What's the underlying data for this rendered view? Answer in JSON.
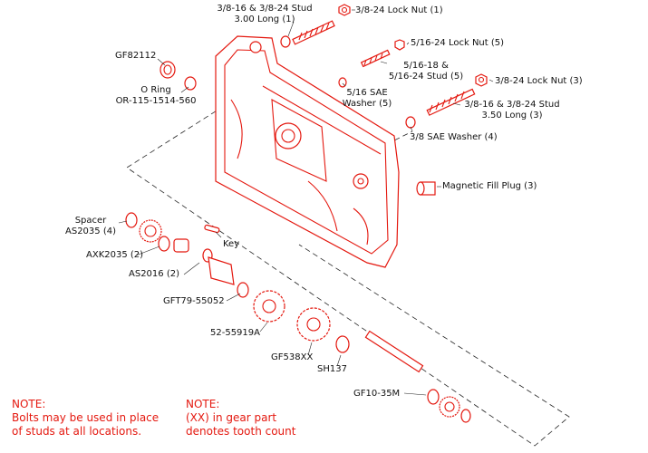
{
  "labels": {
    "stud_3_00": [
      "3/8-16 & 3/8-24 Stud",
      "3.00 Long (1)"
    ],
    "lock_nut_1": "3/8-24 Lock Nut (1)",
    "lock_nut_5": "5/16-24 Lock Nut (5)",
    "stud_5": [
      "5/16-18 &",
      "5/16-24 Stud (5)"
    ],
    "sae_washer_5": [
      "5/16 SAE",
      "Washer (5)"
    ],
    "lock_nut_3": "3/8-24 Lock Nut (3)",
    "stud_3_50": [
      "3/8-16 & 3/8-24 Stud",
      "3.50 Long (3)"
    ],
    "sae_washer_4": "3/8 SAE Washer (4)",
    "gf82112": "GF82112",
    "o_ring": [
      "O Ring",
      "OR-115-1514-560"
    ],
    "magnetic_fill_plug": "Magnetic Fill Plug (3)",
    "spacer": [
      "Spacer",
      "AS2035 (4)"
    ],
    "key": "Key",
    "axk2035": "AXK2035 (2)",
    "as2016": "AS2016 (2)",
    "gft79": "GFT79-55052",
    "gear_52": "52-55919A",
    "gf538xx": "GF538XX",
    "sh137": "SH137",
    "gf10": "GF10-35M"
  },
  "notes": {
    "left": [
      "NOTE:",
      "Bolts may be used in place",
      "of studs at all locations."
    ],
    "right": [
      "NOTE:",
      "(XX) in gear part",
      "denotes tooth count"
    ]
  },
  "colors": {
    "part_stroke": "#e4180f",
    "note_text": "#e4180f",
    "label_text": "#111111"
  }
}
